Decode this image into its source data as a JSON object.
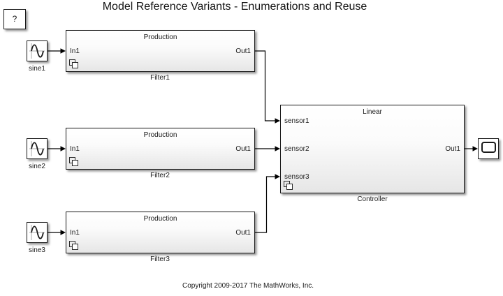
{
  "title": "Model Reference Variants - Enumerations and Reuse",
  "help": {
    "label": "?"
  },
  "blocks": {
    "sources": [
      {
        "name": "sine1"
      },
      {
        "name": "sine2"
      },
      {
        "name": "sine3"
      }
    ],
    "filters": [
      {
        "variant": "Production",
        "in": "In1",
        "out": "Out1",
        "name": "Filter1"
      },
      {
        "variant": "Production",
        "in": "In1",
        "out": "Out1",
        "name": "Filter2"
      },
      {
        "variant": "Production",
        "in": "In1",
        "out": "Out1",
        "name": "Filter3"
      }
    ],
    "controller": {
      "variant": "Linear",
      "inputs": [
        "sensor1",
        "sensor2",
        "sensor3"
      ],
      "out": "Out1",
      "name": "Controller"
    }
  },
  "footer": {
    "copyright": "Copyright 2009-2017 The MathWorks, Inc."
  },
  "colors": {
    "background": "#ffffff",
    "block_border": "#1a1a1a",
    "block_gradient_top": "#ffffff",
    "block_gradient_bottom": "#e6e6e6",
    "wire": "#000000",
    "text": "#1a1a1a"
  }
}
